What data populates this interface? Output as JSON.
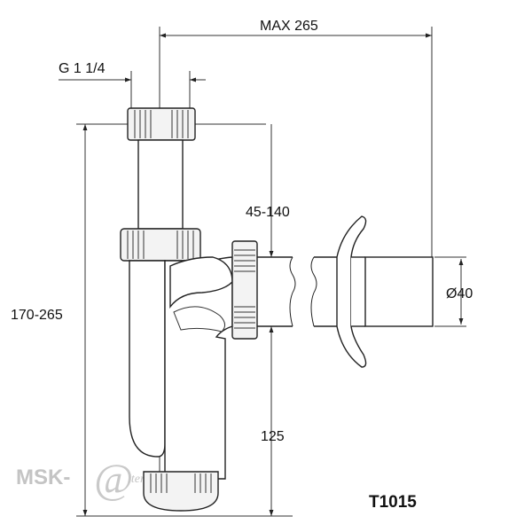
{
  "diagram": {
    "model": "T1015",
    "dimensions": {
      "max_length": "MAX 265",
      "thread": "G 1 1/4",
      "height_range": "170-265",
      "outlet_range": "45-140",
      "diameter": "Ø40",
      "lower_height": "125"
    },
    "watermark": {
      "brand": "MSK-",
      "at_symbol": "@",
      "site": "lternativa.ru"
    }
  }
}
